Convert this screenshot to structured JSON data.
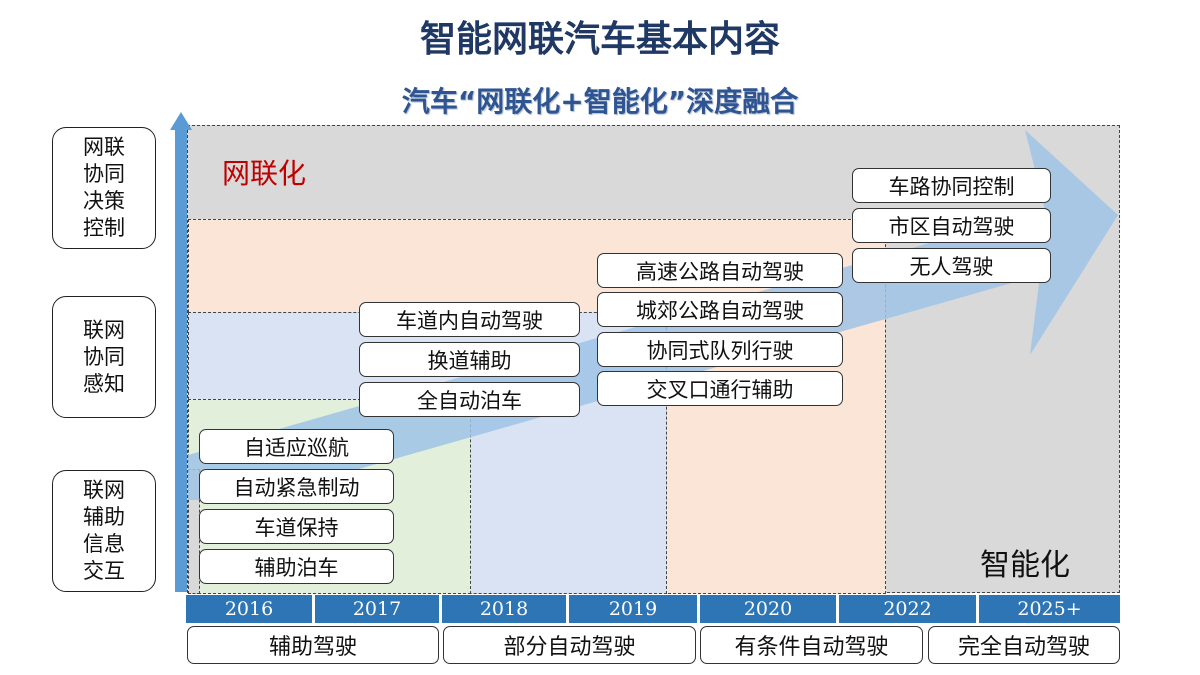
{
  "title": "智能网联汽车基本内容",
  "subtitle": "汽车“网联化+智能化”深度融合",
  "region_labels": {
    "networking": "网联化",
    "intelligence": "智能化"
  },
  "y_levels": [
    "网联\n协同\n决策\n控制",
    "联网\n协同\n感知",
    "联网\n辅助\n信息\n交互"
  ],
  "functions": {
    "level1": [
      "自适应巡航",
      "自动紧急制动",
      "车道保持",
      "辅助泊车"
    ],
    "level2": [
      "车道内自动驾驶",
      "换道辅助",
      "全自动泊车"
    ],
    "level3": [
      "高速公路自动驾驶",
      "城郊公路自动驾驶",
      "协同式队列行驶",
      "交叉口通行辅助"
    ],
    "level4": [
      "车路协同控制",
      "市区自动驾驶",
      "无人驾驶"
    ]
  },
  "years": [
    "2016",
    "2017",
    "2018",
    "2019",
    "2020",
    "2022",
    "2025+"
  ],
  "stages": [
    "辅助驾驶",
    "部分自动驾驶",
    "有条件自动驾驶",
    "完全自动驾驶"
  ],
  "colors": {
    "title": "#1f3864",
    "year_bar": "#2e75b6",
    "arrow": "#9dc3e6",
    "axis": "#5b9bd5",
    "bg_gray": "#d9d9d9",
    "bg_orange": "#fbe5d6",
    "bg_blue": "#dae3f3",
    "bg_green": "#e2efda",
    "network_label": "#c00000"
  }
}
